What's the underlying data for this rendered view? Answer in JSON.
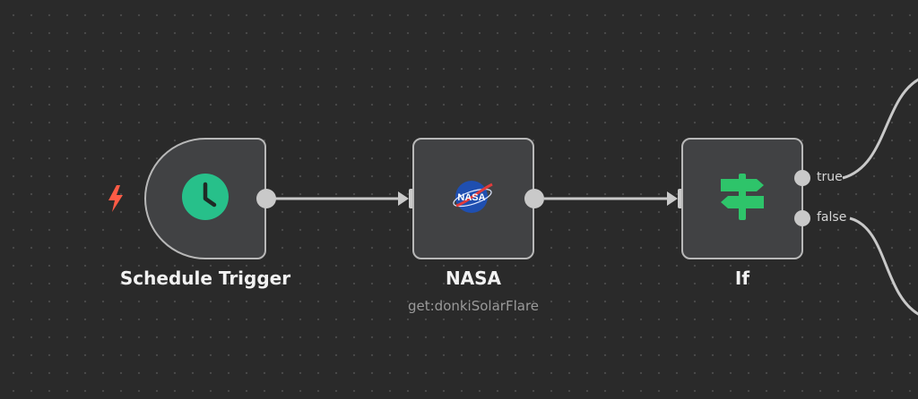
{
  "workflow": {
    "nodes": [
      {
        "id": "schedule-trigger",
        "label": "Schedule Trigger",
        "icon": "clock-icon",
        "icon_color": "#27c08a"
      },
      {
        "id": "nasa",
        "label": "NASA",
        "subtitle": "get:donkiSolarFlare",
        "icon": "nasa-logo-icon",
        "icon_color": "#1f4fb0"
      },
      {
        "id": "if",
        "label": "If",
        "icon": "signpost-icon",
        "icon_color": "#2ec46a"
      }
    ],
    "branches": {
      "true_label": "true",
      "false_label": "false"
    },
    "trigger_marker": {
      "icon": "lightning-bolt-icon",
      "color": "#ff5b45"
    },
    "edge_color": "#c9c9c9"
  },
  "nasa_logo_text": "NASA"
}
